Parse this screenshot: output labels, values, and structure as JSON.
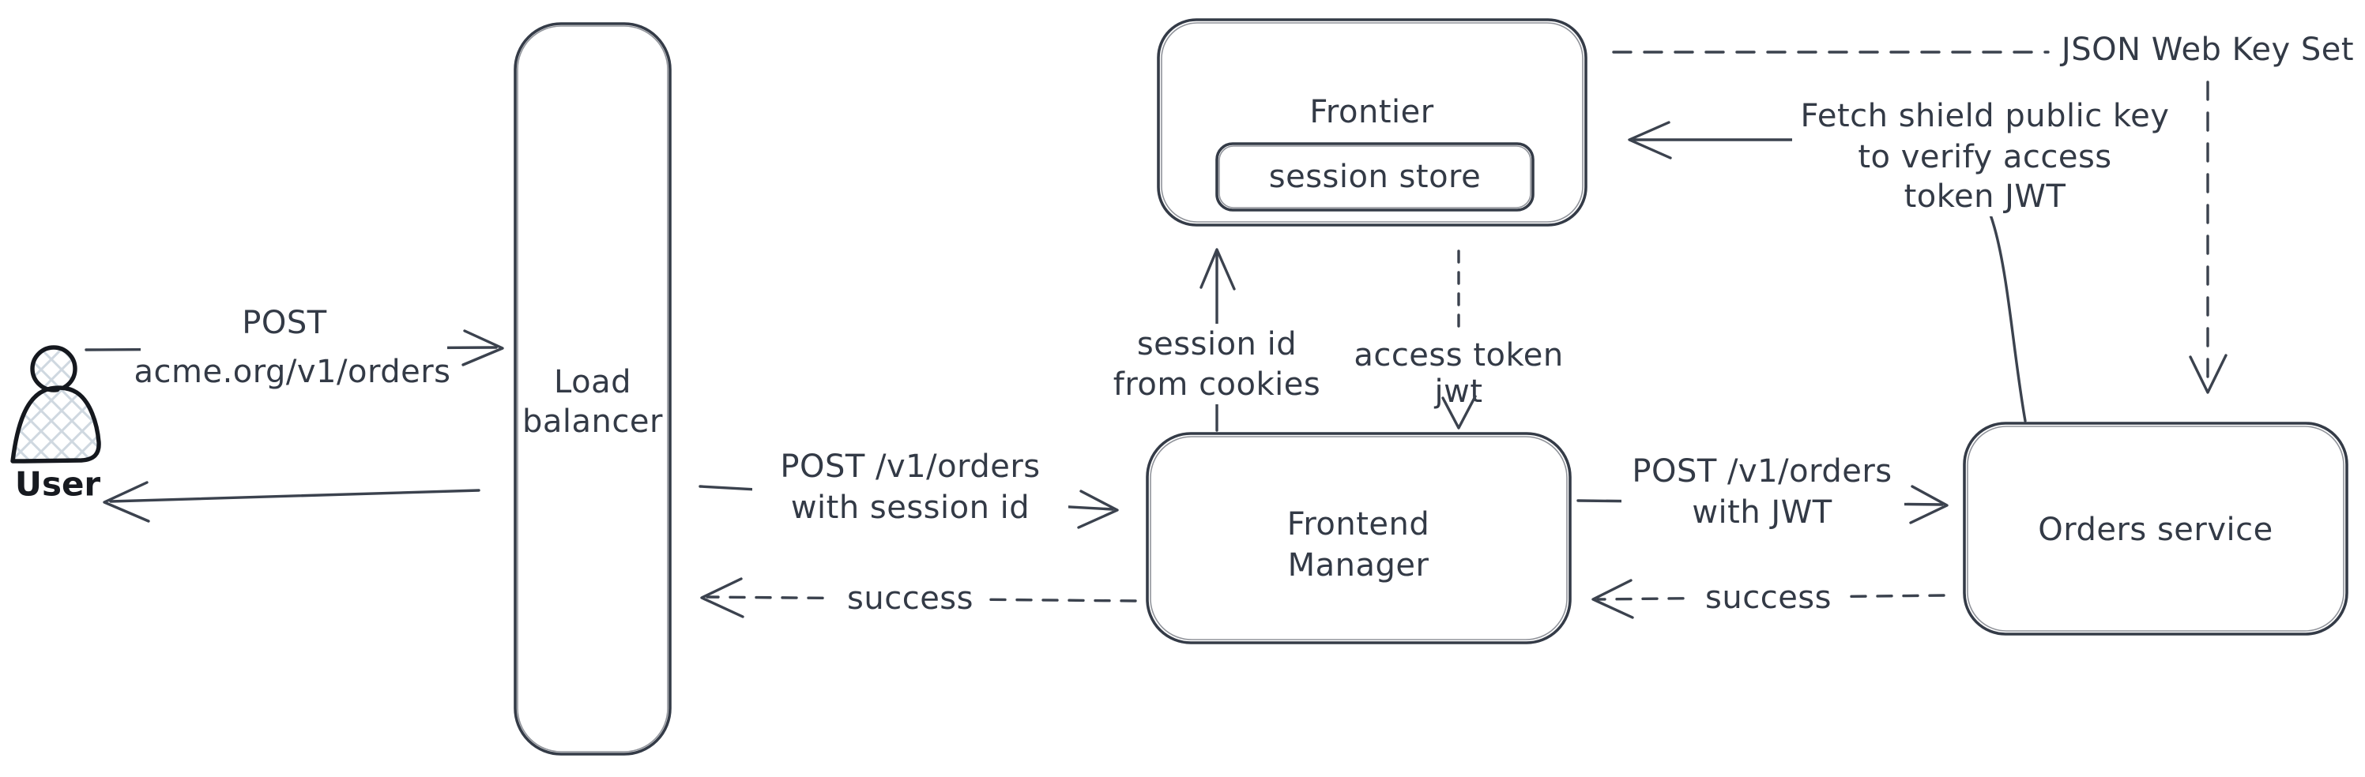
{
  "canvas": {
    "background": "#ffffff",
    "stroke_color": "#3b424e",
    "text_color": "#333a46",
    "figure_stroke_color": "#15181e",
    "crosshatch_fill_color": "#cfd8e0"
  },
  "nodes": {
    "user": {
      "label": "User"
    },
    "load_balancer": {
      "label_line1": "Load",
      "label_line2": "balancer"
    },
    "frontier": {
      "label": "Frontier",
      "session_store_label": "session store"
    },
    "frontend_manager": {
      "label_line1": "Frontend",
      "label_line2": "Manager"
    },
    "orders_service": {
      "label": "Orders service"
    }
  },
  "edges": {
    "user_to_lb": {
      "label_line1": "POST",
      "label_line2": "acme.org/v1/orders",
      "style": "solid-arrow-right"
    },
    "lb_to_user": {
      "style": "solid-arrow-left"
    },
    "lb_to_fm": {
      "label_line1": "POST /v1/orders",
      "label_line2": "with session id",
      "style": "solid-arrow-right"
    },
    "fm_to_lb": {
      "label": "success",
      "style": "dashed-arrow-left"
    },
    "fm_to_session_store": {
      "label_line1": "session id",
      "label_line2": "from cookies",
      "style": "solid-arrow-up"
    },
    "session_store_to_fm": {
      "label_line1": "access token",
      "label_line2": "jwt",
      "style": "dashed-arrow-down"
    },
    "fm_to_orders": {
      "label_line1": "POST /v1/orders",
      "label_line2": "with JWT",
      "style": "solid-arrow-right"
    },
    "orders_to_fm": {
      "label": "success",
      "style": "dashed-arrow-left"
    },
    "orders_to_frontier": {
      "label_line1": "Fetch shield public key",
      "label_line2": "to verify access",
      "label_line3": "token JWT",
      "style": "solid-arrow-left-curved"
    },
    "jwks_to_orders": {
      "label": "JSON Web Key Set",
      "style": "dashed-arrow-down"
    }
  }
}
